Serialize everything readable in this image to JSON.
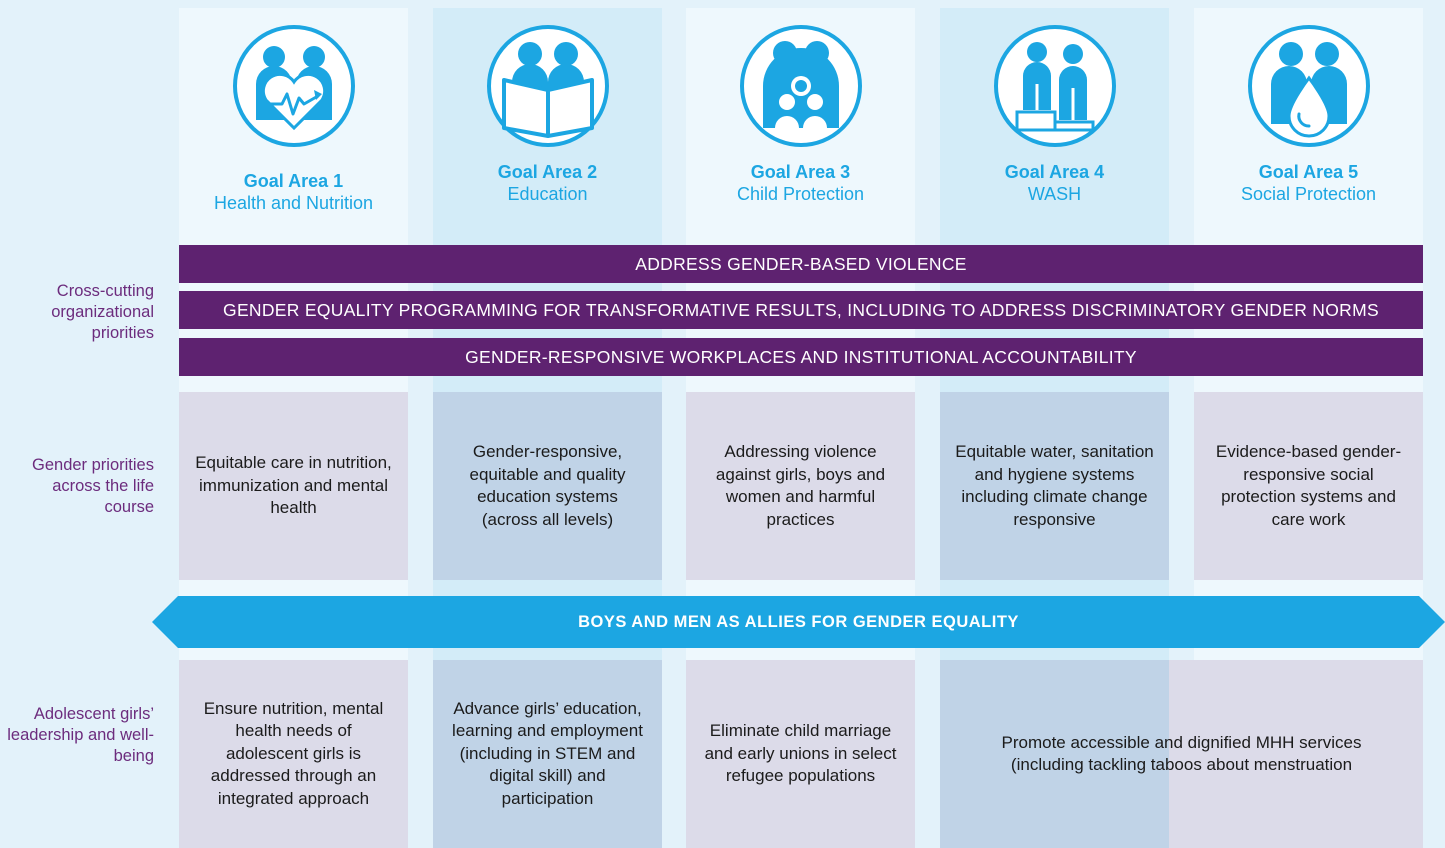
{
  "goal_areas": [
    {
      "number": "Goal Area 1",
      "name": "Health and Nutrition",
      "icon": "two-children-heart-heartbeat-icon"
    },
    {
      "number": "Goal Area 2",
      "name": "Education",
      "icon": "two-children-reading-book-icon"
    },
    {
      "number": "Goal Area 3",
      "name": "Child Protection",
      "icon": "parent-embracing-children-icon"
    },
    {
      "number": "Goal Area 4",
      "name": "WASH",
      "icon": "children-on-steps-icon"
    },
    {
      "number": "Goal Area 5",
      "name": "Social Protection",
      "icon": "two-children-water-drop-icon"
    }
  ],
  "row_labels": {
    "cross_cutting": "Cross-cutting organizational priorities",
    "gender_priorities": "Gender priorities across the life course",
    "adolescent": "Adolescent girls’ leadership and well-being"
  },
  "cross_cutting_bands": [
    "ADDRESS GENDER-BASED VIOLENCE",
    "GENDER EQUALITY PROGRAMMING FOR TRANSFORMATIVE RESULTS, INCLUDING TO ADDRESS DISCRIMINATORY GENDER NORMS",
    "GENDER-RESPONSIVE WORKPLACES AND INSTITUTIONAL ACCOUNTABILITY"
  ],
  "gender_priorities": [
    "Equitable care in nutrition, immunization and mental health",
    "Gender-responsive, equitable and quality education systems (across all levels)",
    "Addressing violence against girls, boys and women and harmful practices",
    "Equitable water, sanitation and hygiene systems including climate change responsive",
    "Evidence-based gender-responsive social protection systems and care work"
  ],
  "allies_banner": "BOYS AND MEN AS ALLIES FOR GENDER EQUALITY",
  "adolescent_priorities": [
    "Ensure nutrition, mental health needs of adolescent girls is addressed through an integrated approach",
    "Advance girls’ education, learning and employment (including in STEM and digital skill) and participation",
    "Eliminate child marriage and early unions in select refugee populations",
    "Promote accessible and dignified MHH services (including tackling taboos about menstruation"
  ],
  "colors": {
    "background": "#e3f2fa",
    "accent_blue": "#1ca6e2",
    "band_purple": "#5e2270",
    "label_purple": "#6c2c7d"
  }
}
